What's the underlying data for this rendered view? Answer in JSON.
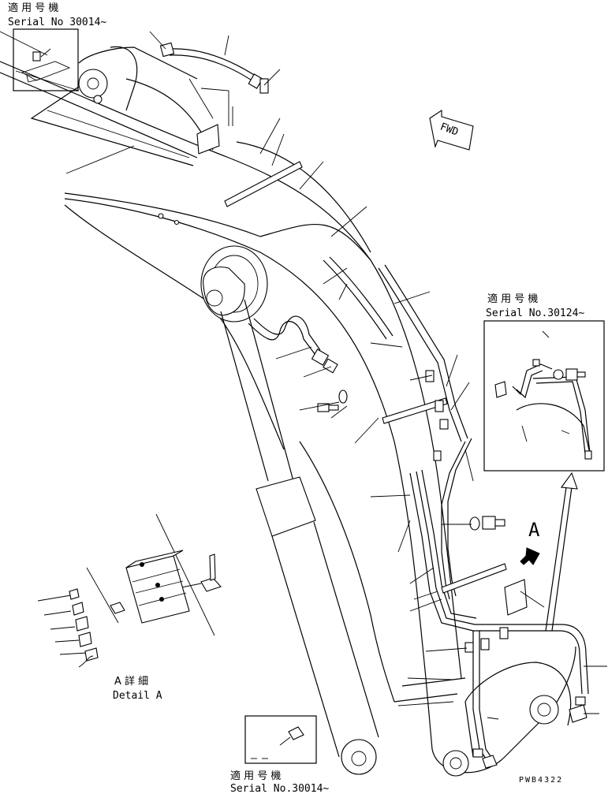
{
  "labels": {
    "top_left_applicable": "適 用 号 機",
    "top_left_serial": "Serial No 30014~",
    "right_applicable": "適 用 号 機",
    "right_serial": "Serial No.30124~",
    "bottom_applicable": "適 用 号 機",
    "bottom_serial": "Serial No.30014~",
    "detail_jp": "A 詳 細",
    "detail_en": "Detail A",
    "detail_letter": "A",
    "fwd": "FWD",
    "drawing_code": "PWB4322"
  },
  "icons": {
    "fwd_arrow": "fwd-arrow-icon",
    "view_arrow": "view-direction-arrow-icon"
  }
}
